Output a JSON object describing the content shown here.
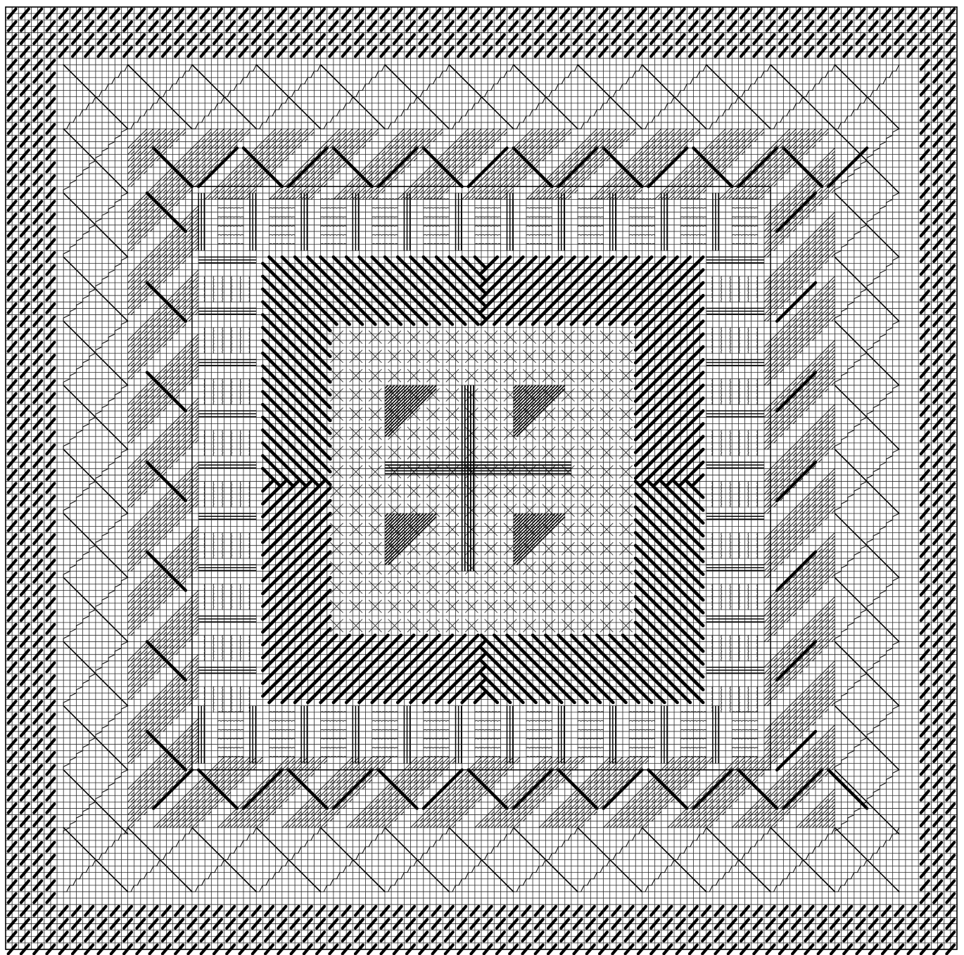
{
  "chart_data": {
    "type": "diagram",
    "description_kind": "needlepoint stitch chart",
    "grid": {
      "columns": 148,
      "rows": 147
    },
    "colors": {
      "background": "#ffffff",
      "grid": "#2a2a2a",
      "stitch": "#000000",
      "wavy": "#111111"
    },
    "zones": [
      {
        "name": "outer-border",
        "stitch": "dash-diagonal"
      },
      {
        "name": "diamond-band",
        "stitch": "diagonal-zigzag-lattice"
      },
      {
        "name": "hatched-band",
        "stitch": "fine-diagonal-hatching"
      },
      {
        "name": "chevron-band",
        "stitch": "heavy-chevron-diagonals"
      },
      {
        "name": "straight-band",
        "stitch": "vertical-horizontal-wavy-blocks"
      },
      {
        "name": "inner-frame",
        "stitch": "heavy-diagonal-rays"
      },
      {
        "name": "center-field",
        "stitch": "cross-and-star"
      },
      {
        "name": "center-blocks",
        "stitch": "hatched-squares"
      },
      {
        "name": "center-cross",
        "stitch": "long-straight-cross"
      }
    ]
  }
}
